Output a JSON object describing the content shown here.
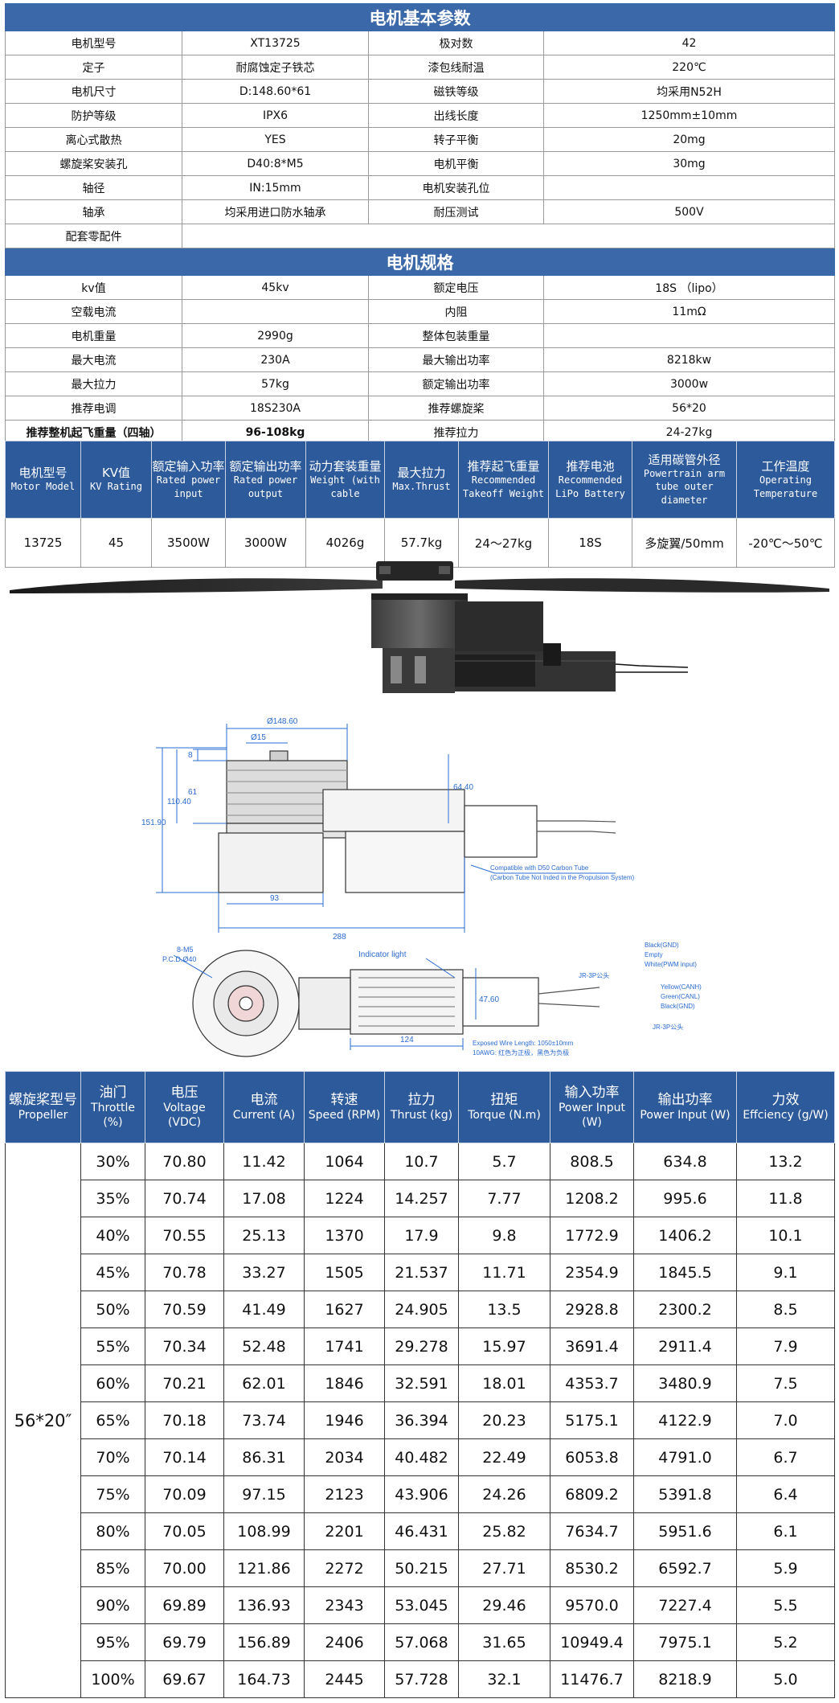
{
  "section1_title": "电机基本参数",
  "basic_rows": [
    [
      "电机型号",
      "XT13725",
      "极对数",
      "42"
    ],
    [
      "定子",
      "耐腐蚀定子铁芯",
      "漆包线耐温",
      "220℃"
    ],
    [
      "电机尺寸",
      "D:148.60*61",
      "磁铁等级",
      "均采用N52H"
    ],
    [
      "防护等级",
      "IPX6",
      "出线长度",
      "1250mm±10mm"
    ],
    [
      "离心式散热",
      "YES",
      "转子平衡",
      "20mg"
    ],
    [
      "螺旋桨安装孔",
      "D40:8*M5",
      "电机平衡",
      "30mg"
    ],
    [
      "轴径",
      "IN:15mm",
      "电机安装孔位",
      ""
    ],
    [
      "轴承",
      "均采用进口防水轴承",
      "耐压测试",
      "500V"
    ]
  ],
  "accessories_label": "配套零配件",
  "section2_title": "电机规格",
  "spec_rows": [
    [
      "kv值",
      "45kv",
      "额定电压",
      "18S （lipo）"
    ],
    [
      "空载电流",
      "",
      "内阻",
      "11mΩ"
    ],
    [
      "电机重量",
      "2990g",
      "整体包装重量",
      ""
    ],
    [
      "最大电流",
      "230A",
      "最大输出功率",
      "8218kw"
    ],
    [
      "最大拉力",
      "57kg",
      "额定输出功率",
      "3000w"
    ],
    [
      "推荐电调",
      "18S230A",
      "推荐螺旋桨",
      "56*20"
    ],
    [
      "推荐整机起飞重量（四轴）",
      "96-108kg",
      "推荐拉力",
      "24-27kg"
    ]
  ],
  "summary_headers": [
    {
      "cn": "电机型号",
      "en": "Motor Model"
    },
    {
      "cn": "KV值",
      "en": "KV Rating"
    },
    {
      "cn": "额定输入功率",
      "en": "Rated power input"
    },
    {
      "cn": "额定输出功率",
      "en": "Rated power output"
    },
    {
      "cn": "动力套装重量",
      "en": "Weight (with cable"
    },
    {
      "cn": "最大拉力",
      "en": "Max.Thrust"
    },
    {
      "cn": "推荐起飞重量",
      "en": "Recommended Takeoff Weight"
    },
    {
      "cn": "推荐电池",
      "en": "Recommended LiPo Battery"
    },
    {
      "cn": "适用碳管外径",
      "en": "Powertrain arm tube outer diameter"
    },
    {
      "cn": "工作温度",
      "en": "Operating Temperature"
    }
  ],
  "summary_values": [
    "13725",
    "45",
    "3500W",
    "3000W",
    "4026g",
    "57.7kg",
    "24～27kg",
    "18S",
    "多旋翼/50mm",
    "-20℃～50℃"
  ],
  "drawing": {
    "d148": "Ø148.60",
    "d15": "Ø15",
    "h8": "8",
    "h61": "61",
    "h110": "110.40",
    "h151": "151.90",
    "h64": "64.40",
    "w93": "93",
    "w288": "288",
    "tube_note1": "Compatible with D50 Carbon Tube",
    "tube_note2": "(Carbon Tube Not Inded in the Propulsion System)",
    "m5": "8-M5",
    "pcd": "P.C.D.Ø40",
    "indicator": "Indicator light",
    "h47": "47.60",
    "w124": "124",
    "jr_top": "JR-3P公头",
    "jr_bot": "JR-3P公头",
    "wire_black1": "Black(GND)",
    "wire_empty": "Empty",
    "wire_white": "White(PWM input)",
    "wire_yellow": "Yellow(CANH)",
    "wire_green": "Green(CANL)",
    "wire_black2": "Black(GND)",
    "wire_len1": "Exposed Wire Length: 1050±10mm",
    "wire_len2": "10AWG: 红色为正极，黑色为负极"
  },
  "perf_headers": [
    {
      "cn": "螺旋桨型号",
      "en": "Propeller"
    },
    {
      "cn": "油门",
      "en": "Throttle (%)"
    },
    {
      "cn": "电压",
      "en": "Voltage (VDC)"
    },
    {
      "cn": "电流",
      "en": "Current (A)"
    },
    {
      "cn": "转速",
      "en": "Speed (RPM)"
    },
    {
      "cn": "拉力",
      "en": "Thrust (kg)"
    },
    {
      "cn": "扭矩",
      "en": "Torque (N.m)"
    },
    {
      "cn": "输入功率",
      "en": "Power Input (W)"
    },
    {
      "cn": "输出功率",
      "en": "Power Input (W)"
    },
    {
      "cn": "力效",
      "en": "Effciency (g/W)"
    }
  ],
  "propeller": "56*20″",
  "perf_rows": [
    [
      "30%",
      "70.80",
      "11.42",
      "1064",
      "10.7",
      "5.7",
      "808.5",
      "634.8",
      "13.2"
    ],
    [
      "35%",
      "70.74",
      "17.08",
      "1224",
      "14.257",
      "7.77",
      "1208.2",
      "995.6",
      "11.8"
    ],
    [
      "40%",
      "70.55",
      "25.13",
      "1370",
      "17.9",
      "9.8",
      "1772.9",
      "1406.2",
      "10.1"
    ],
    [
      "45%",
      "70.78",
      "33.27",
      "1505",
      "21.537",
      "11.71",
      "2354.9",
      "1845.5",
      "9.1"
    ],
    [
      "50%",
      "70.59",
      "41.49",
      "1627",
      "24.905",
      "13.5",
      "2928.8",
      "2300.2",
      "8.5"
    ],
    [
      "55%",
      "70.34",
      "52.48",
      "1741",
      "29.278",
      "15.97",
      "3691.4",
      "2911.4",
      "7.9"
    ],
    [
      "60%",
      "70.21",
      "62.01",
      "1846",
      "32.591",
      "18.01",
      "4353.7",
      "3480.9",
      "7.5"
    ],
    [
      "65%",
      "70.18",
      "73.74",
      "1946",
      "36.394",
      "20.23",
      "5175.1",
      "4122.9",
      "7.0"
    ],
    [
      "70%",
      "70.14",
      "86.31",
      "2034",
      "40.482",
      "22.49",
      "6053.8",
      "4791.0",
      "6.7"
    ],
    [
      "75%",
      "70.09",
      "97.15",
      "2123",
      "43.906",
      "24.26",
      "6809.2",
      "5391.8",
      "6.4"
    ],
    [
      "80%",
      "70.05",
      "108.99",
      "2201",
      "46.431",
      "25.82",
      "7634.7",
      "5951.6",
      "6.1"
    ],
    [
      "85%",
      "70.00",
      "121.86",
      "2272",
      "50.215",
      "27.71",
      "8530.2",
      "6592.7",
      "5.9"
    ],
    [
      "90%",
      "69.89",
      "136.93",
      "2343",
      "53.045",
      "29.46",
      "9570.0",
      "7227.4",
      "5.5"
    ],
    [
      "95%",
      "69.79",
      "156.89",
      "2406",
      "57.068",
      "31.65",
      "10949.4",
      "7975.1",
      "5.2"
    ],
    [
      "100%",
      "69.67",
      "164.73",
      "2445",
      "57.728",
      "32.1",
      "11476.7",
      "8218.9",
      "5.0"
    ]
  ]
}
